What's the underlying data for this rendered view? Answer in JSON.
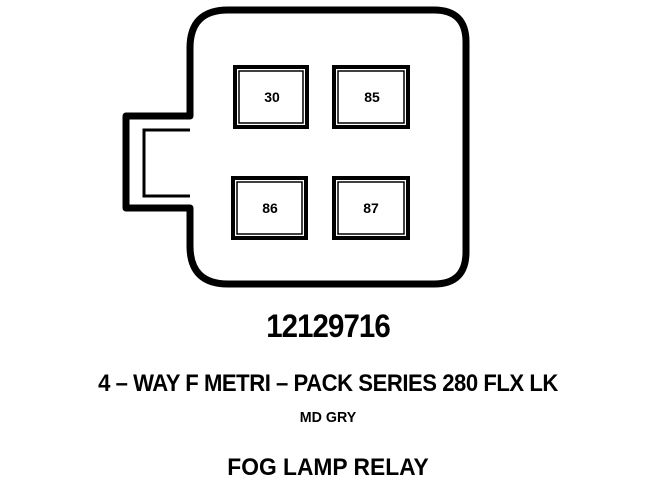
{
  "connector": {
    "pins": [
      {
        "label": "30"
      },
      {
        "label": "85"
      },
      {
        "label": "86"
      },
      {
        "label": "87"
      }
    ]
  },
  "part_number": "12129716",
  "connector_description": "4 – WAY F METRI – PACK SERIES 280 FLX LK",
  "color_code": "MD GRY",
  "component_name": "FOG LAMP RELAY",
  "colors": {
    "stroke": "#000000",
    "background": "#ffffff"
  }
}
